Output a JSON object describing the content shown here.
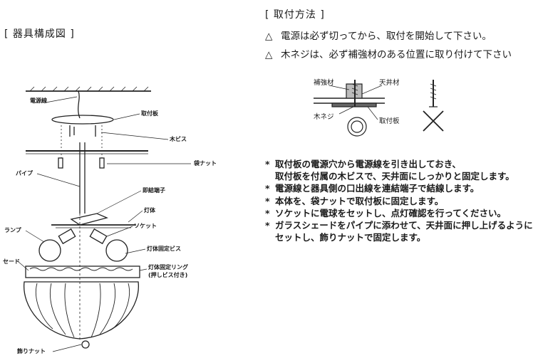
{
  "left_section": {
    "title": "[ 器具構成図 ]"
  },
  "parts": {
    "power_cord": "電源線",
    "mount_plate": "取付板",
    "wood_screw": "木ビス",
    "bag_nut": "袋ナット",
    "pipe": "パイプ",
    "connector": "即結端子",
    "lamp_body": "灯体",
    "socket": "ソケット",
    "lamp": "ランプ",
    "body_fix_screw": "灯体固定ビス",
    "shade": "セード",
    "fix_ring_line1": "灯体固定リング",
    "fix_ring_line2": "(押しビス付き)",
    "deco_nut": "飾りナット"
  },
  "right_section": {
    "title": "[ 取付方法 ]",
    "warnings": [
      {
        "symbol": "△",
        "text": "電源は必ず切ってから、取付を開始して下さい。"
      },
      {
        "symbol": "△",
        "text": "木ネジは、必ず補強材のある位置に取り付けて下さい"
      }
    ],
    "detail_labels": {
      "reinforcement": "補強材",
      "ceiling": "天井材",
      "wood_screw": "木ネジ",
      "mount_plate": "取付板"
    },
    "steps": [
      {
        "mark": "*",
        "text": "取付板の電源穴から電源線を引き出しておき、\n取付板を付属の木ビスで、天井面にしっかりと固定します。"
      },
      {
        "mark": "*",
        "text": "電源線と器具側の口出線を連結端子で結線します。"
      },
      {
        "mark": "*",
        "text": "本体を、袋ナットで取付板に固定します。"
      },
      {
        "mark": "*",
        "text": "ソケットに電球をセットし、点灯確認を行ってください。"
      },
      {
        "mark": "*",
        "text": "ガラスシェードをパイプに添わせて、天井面に押し上げるように\nセットし、飾りナットで固定します。"
      }
    ]
  }
}
